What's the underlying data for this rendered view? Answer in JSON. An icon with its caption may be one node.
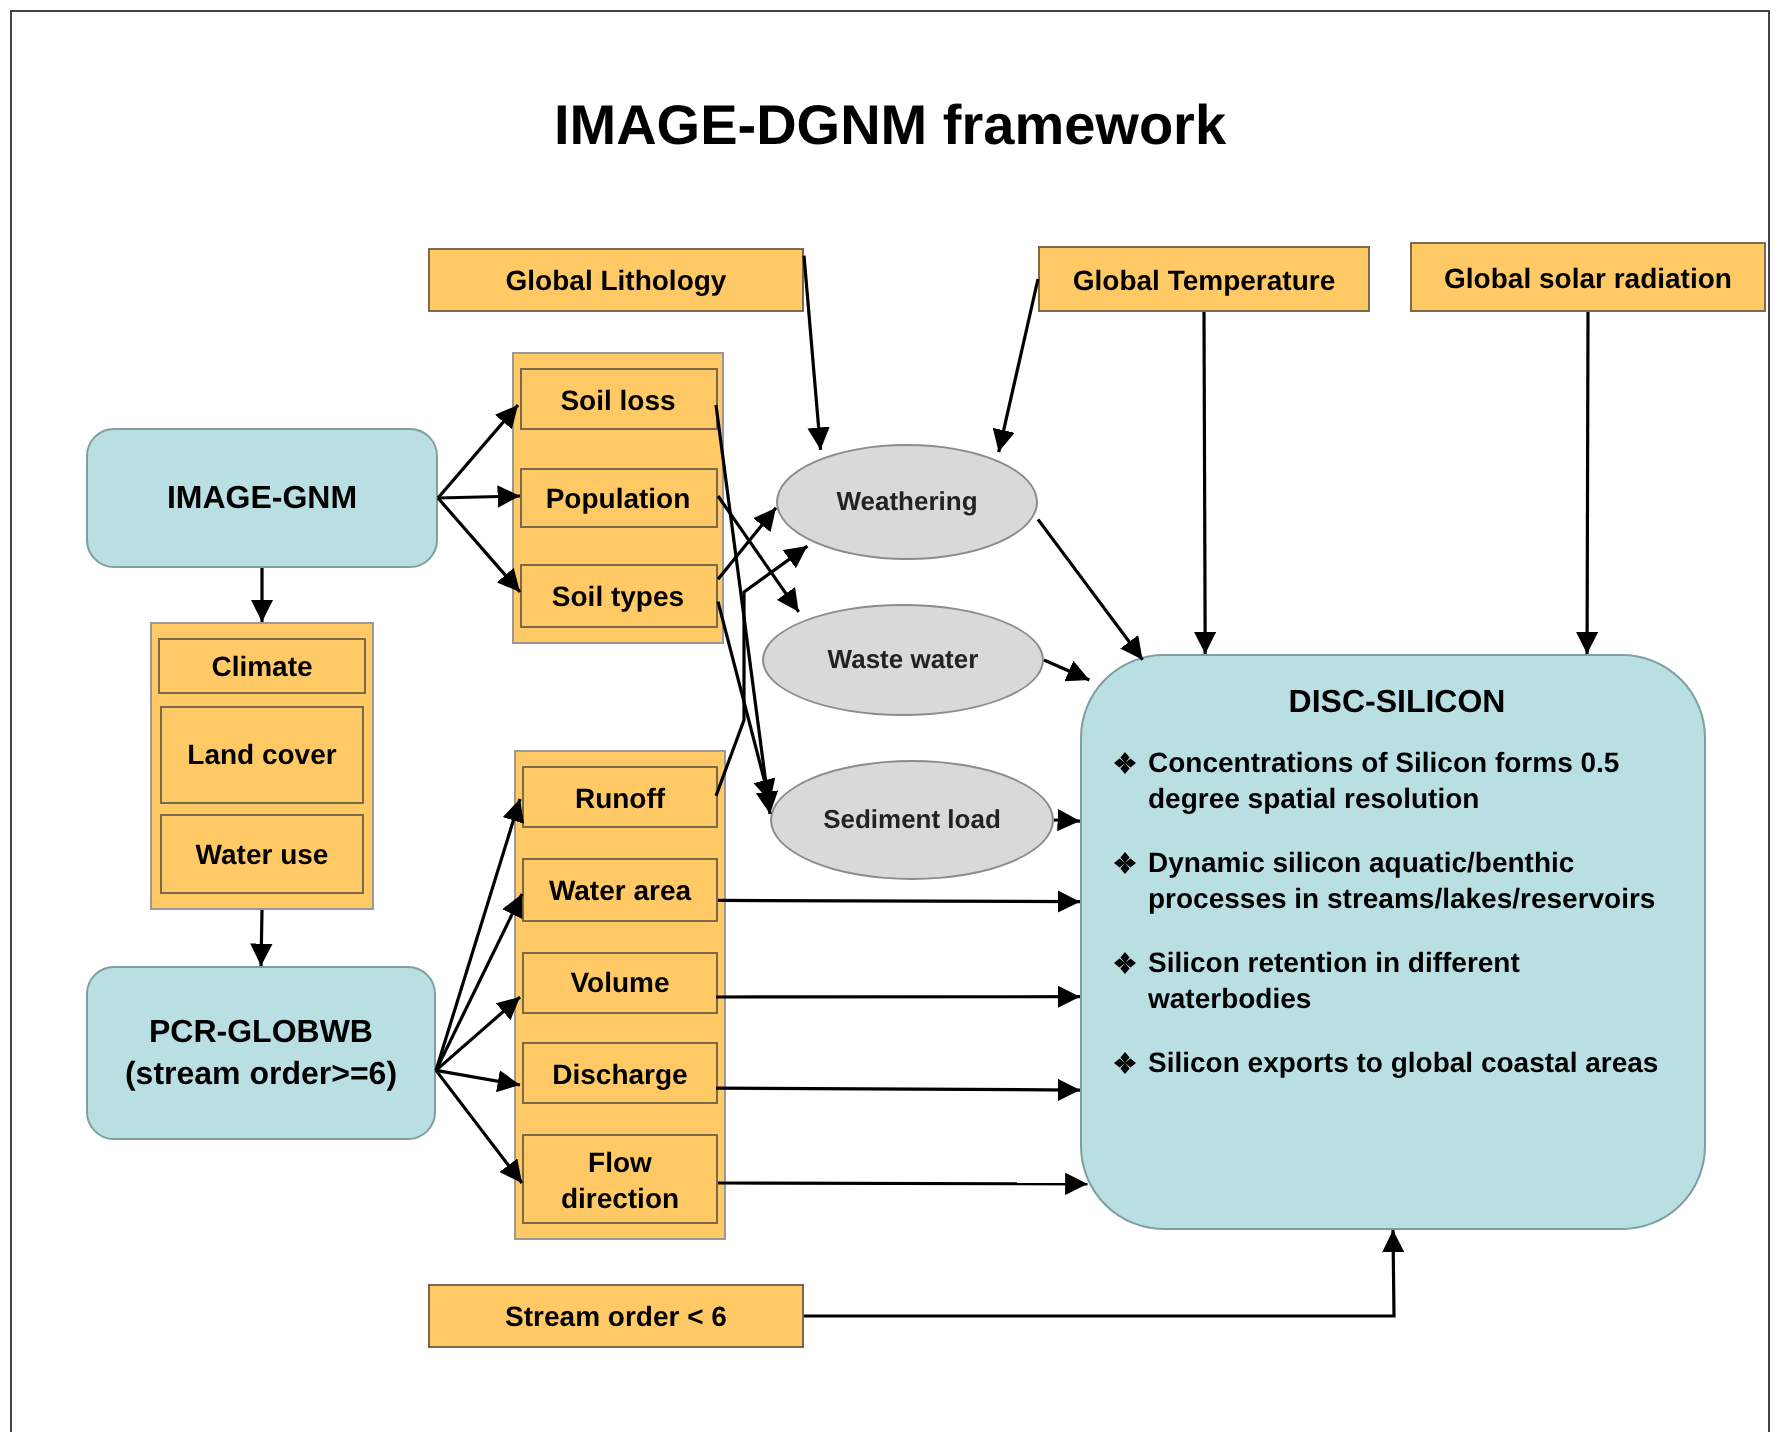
{
  "diagram": {
    "title": "IMAGE-DGNM framework",
    "nodes": [
      {
        "text": [
          "Global Lithology"
        ]
      },
      {
        "text": [
          "Global Temperature"
        ]
      },
      {
        "text": [
          "Global solar radiation"
        ]
      },
      {
        "text": [
          "IMAGE-GNM"
        ]
      },
      {
        "text": [],
        "shape": "box"
      },
      {
        "text": [
          "Soil loss"
        ],
        "in": 4
      },
      {
        "text": [
          "Population"
        ],
        "in": 4
      },
      {
        "text": [
          "Soil types"
        ],
        "in": 4
      },
      {
        "text": [
          "Weathering"
        ]
      },
      {
        "text": [
          "Waste water"
        ]
      },
      {
        "text": [
          "Sediment load"
        ]
      },
      {
        "text": [],
        "shape": "box"
      },
      {
        "text": [
          "Climate"
        ],
        "in": 11
      },
      {
        "text": [
          "Land cover"
        ],
        "in": 11
      },
      {
        "text": [
          "Water use"
        ],
        "in": 11
      },
      {
        "text": [
          "PCR-GLOBWB (stream order>=6)"
        ]
      },
      {
        "text": [],
        "shape": "box"
      },
      {
        "text": [
          "Runoff"
        ],
        "in": 16
      },
      {
        "text": [
          "Water area"
        ],
        "in": 16
      },
      {
        "text": [
          "Volume"
        ],
        "in": 16
      },
      {
        "text": [
          "Discharge"
        ],
        "in": 16
      },
      {
        "text": [
          "Flow direction"
        ],
        "in": 16
      },
      {
        "text": [
          "DISC-SILICON",
          "Concentrations of Silicon forms 0.5 degree spatial resolution",
          "Dynamic silicon aquatic/benthic processes in streams/lakes/reservoirs",
          "Silicon retention in different waterbodies",
          "Silicon exports to global coastal areas"
        ]
      },
      {
        "text": [
          "Stream order < 6"
        ]
      }
    ],
    "edges": [
      {
        "from": 3,
        "to": 5,
        "arrow": "to"
      },
      {
        "from": 3,
        "to": 6,
        "arrow": "to"
      },
      {
        "from": 3,
        "to": 7,
        "arrow": "to"
      },
      {
        "from": 3,
        "to": 11,
        "arrow": "to"
      },
      {
        "from": 11,
        "to": 15,
        "arrow": "to"
      },
      {
        "from": 15,
        "to": 17,
        "arrow": "to"
      },
      {
        "from": 15,
        "to": 18,
        "arrow": "to"
      },
      {
        "from": 15,
        "to": 19,
        "arrow": "to"
      },
      {
        "from": 15,
        "to": 20,
        "arrow": "to"
      },
      {
        "from": 15,
        "to": 21,
        "arrow": "to"
      },
      {
        "from": 0,
        "to": 8,
        "arrow": "to"
      },
      {
        "from": 1,
        "to": 8,
        "arrow": "to"
      },
      {
        "from": 1,
        "to": 22,
        "arrow": "to"
      },
      {
        "from": 2,
        "to": 22,
        "arrow": "to"
      },
      {
        "from": 5,
        "to": 10,
        "arrow": "to"
      },
      {
        "from": 6,
        "to": 9,
        "arrow": "to"
      },
      {
        "from": 7,
        "to": 8,
        "arrow": "to"
      },
      {
        "from": 7,
        "to": 10,
        "arrow": "to"
      },
      {
        "from": 17,
        "to": 8,
        "arrow": "to"
      },
      {
        "from": 8,
        "to": 22,
        "arrow": "to"
      },
      {
        "from": 9,
        "to": 22,
        "arrow": "to"
      },
      {
        "from": 10,
        "to": 22,
        "arrow": "to"
      },
      {
        "from": 18,
        "to": 22,
        "arrow": "to"
      },
      {
        "from": 19,
        "to": 22,
        "arrow": "to"
      },
      {
        "from": 20,
        "to": 22,
        "arrow": "to"
      },
      {
        "from": 21,
        "to": 22,
        "arrow": "to"
      },
      {
        "from": 23,
        "to": 22,
        "arrow": "to"
      }
    ]
  }
}
